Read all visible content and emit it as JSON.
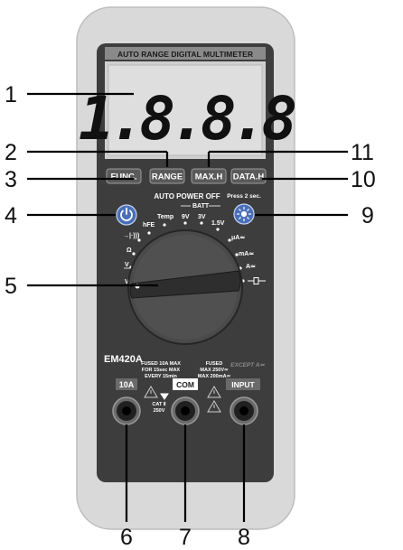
{
  "device": {
    "title": "AUTO RANGE DIGITAL MULTIMETER",
    "display_value": "1.8.8.8",
    "model": "EM420A",
    "auto_power_off": "AUTO POWER OFF",
    "press_hint": "Press 2 sec.",
    "except_note": "EXCEPT A≃"
  },
  "buttons": {
    "func": "FUNC.",
    "range": "RANGE",
    "max": "MAX.H",
    "data": "DATA.H"
  },
  "dial": {
    "labels": {
      "hfe": "hFE",
      "temp": "Temp",
      "batt": "BATT",
      "v9": "9V",
      "v3": "3V",
      "v15": "1.5V",
      "ua": "μA≃",
      "ma": "mA≃",
      "a": "A≃",
      "diode": "→|·)))",
      "ohm": "Ω",
      "vdc": "V",
      "vac": "V"
    }
  },
  "jacks": {
    "a10": "10A",
    "com": "COM",
    "input": "INPUT",
    "fuse_10a": [
      "FUSED 10A MAX",
      "FOR 15sec MAX",
      "EVERY 15min"
    ],
    "fuse_input": [
      "FUSED",
      "MAX 250V≃",
      "MAX 200mA≃"
    ],
    "cat": [
      "CAT Ⅱ",
      "250V"
    ]
  },
  "callouts": [
    "1",
    "2",
    "3",
    "4",
    "5",
    "6",
    "7",
    "8",
    "9",
    "10",
    "11"
  ]
}
